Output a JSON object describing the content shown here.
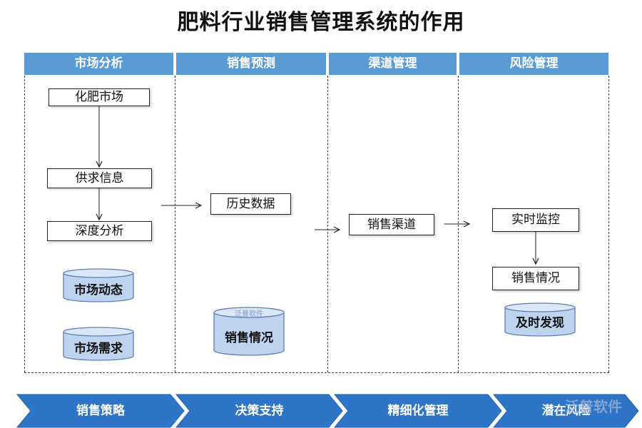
{
  "title": "肥料行业销售管理系统的作用",
  "lanes": [
    "市场分析",
    "销售预测",
    "渠道管理",
    "风险管理"
  ],
  "market": {
    "box1": "化肥市场",
    "box2": "供求信息",
    "box3": "深度分析",
    "cyl1": "市场动态",
    "cyl2": "市场需求"
  },
  "forecast": {
    "box1": "历史数据",
    "cyl1": "销售情况"
  },
  "channel": {
    "box1": "销售渠道"
  },
  "risk": {
    "box1": "实时监控",
    "box2": "销售情况",
    "cyl1": "及时发现"
  },
  "chevrons": [
    "销售策略",
    "决策支持",
    "精细化管理",
    "潜在风险"
  ],
  "watermarks": {
    "small": "泛普软件",
    "large": "泛普软件"
  },
  "colors": {
    "header": "#5b9bd5",
    "chevron": "#2e74c7",
    "cylinder_fill": "#bdd3ee",
    "cylinder_edge": "#5b7fb5"
  }
}
